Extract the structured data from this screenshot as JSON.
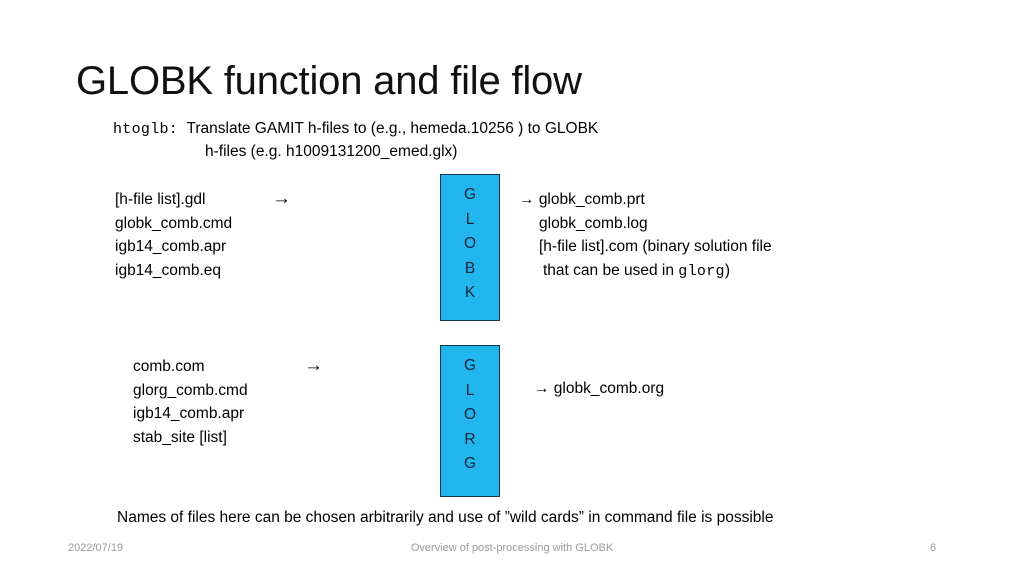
{
  "slide": {
    "title": "GLOBK function and file flow",
    "htoglb": {
      "command": "htoglb:",
      "line1": "Translate GAMIT h-files to (e.g., hemeda.10256 ) to GLOBK",
      "line2": "h-files (e.g.  h1009131200_emed.glx)"
    },
    "globk_stage": {
      "inputs": [
        "[h-file list].gdl",
        "globk_comb.cmd",
        "igb14_comb.apr",
        "igb14_comb.eq"
      ],
      "input_arrow": "→",
      "box_label": "GLOBK",
      "box_letters": [
        "G",
        "L",
        "O",
        "B",
        "K"
      ],
      "outputs": {
        "arrow": "→",
        "line1": "globk_comb.prt",
        "line2": "globk_comb.log",
        "line3": "[h-file list].com (binary solution file",
        "line4_prefix": "that can be used in ",
        "line4_mono": "glorg",
        "line4_suffix": ")"
      }
    },
    "glorg_stage": {
      "inputs": [
        "comb.com",
        "glorg_comb.cmd",
        "igb14_comb.apr",
        "stab_site [list]"
      ],
      "input_arrow": "→",
      "box_label": "GLORG",
      "box_letters": [
        "G",
        "L",
        "O",
        "R",
        "G"
      ],
      "output": "→ globk_comb.org"
    },
    "bottom_note": "Names of files here can be chosen arbitrarily and use of ”wild cards” in command file is possible",
    "footer": {
      "date": "2022/07/19",
      "center": "Overview of post-processing with GLOBK",
      "page": "6"
    },
    "colors": {
      "box_fill": "#21B6EE",
      "box_border": "#17384e",
      "box_text": "#10243a",
      "footer_text": "#9a9a9a",
      "background": "#ffffff"
    }
  }
}
